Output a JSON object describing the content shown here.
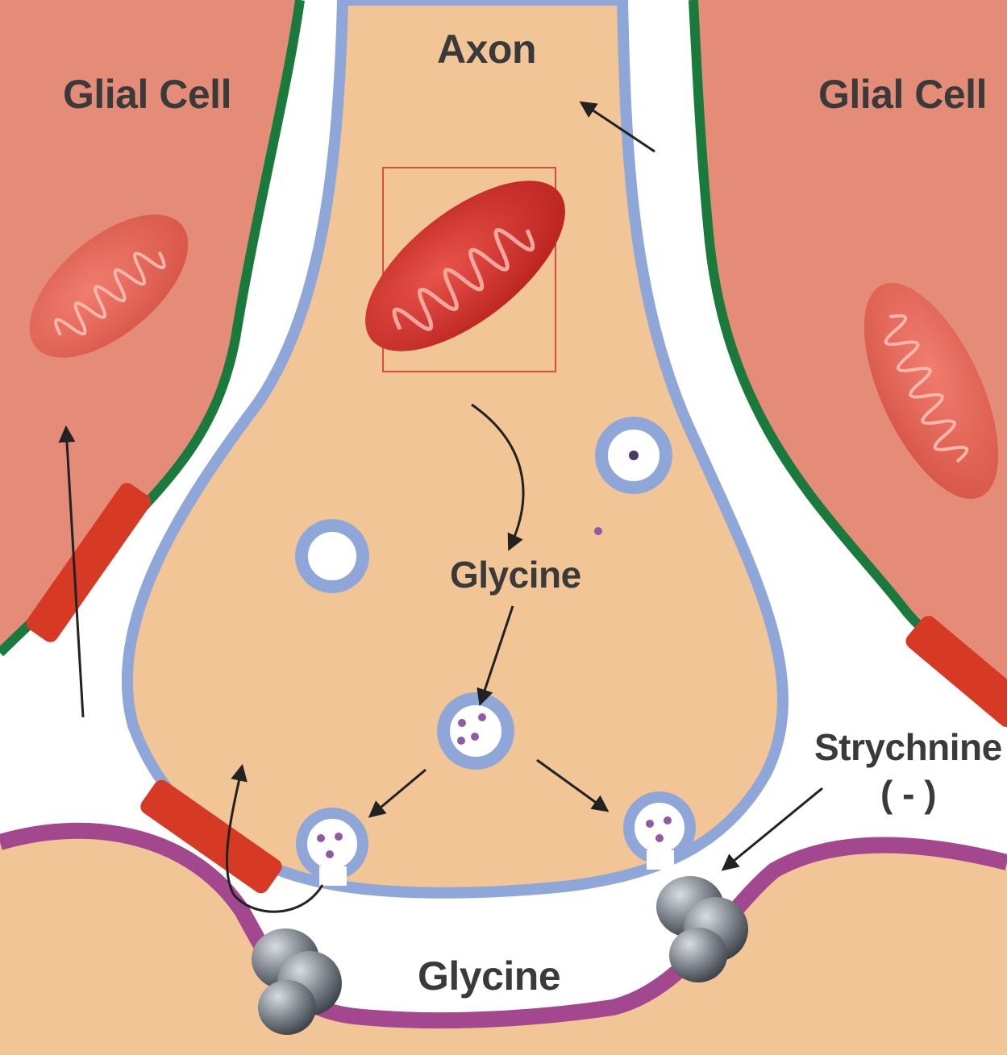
{
  "labels": {
    "axon": "Axon",
    "glial_left": "Glial Cell",
    "glial_right": "Glial Cell",
    "glycine_axon": "Glycine",
    "glycine_cleft": "Glycine",
    "strychnine": "Strychnine",
    "strychnine_sign": "( - )"
  },
  "colors": {
    "glial_cell": "#e58c78",
    "axon_cytoplasm": "#f2c596",
    "axon_membrane": "#8ea7d8",
    "glial_membrane": "#1a7a3c",
    "postsynaptic_membrane": "#a3478f",
    "transporter": "#d63a25",
    "mitochondrion": "#d4322c",
    "receptor": "#5a5f66",
    "vesicle_dot": "#8e5aa8",
    "highlight_box": "#e04a3a"
  }
}
